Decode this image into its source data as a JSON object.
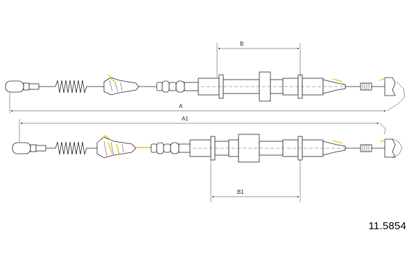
{
  "dimensions": {
    "B": "B",
    "A": "A",
    "A1": "A1",
    "B1": "B1"
  },
  "part_number": "11.5854",
  "colors": {
    "line": "#222222",
    "accent": "#f2c21a",
    "background": "#ffffff"
  }
}
